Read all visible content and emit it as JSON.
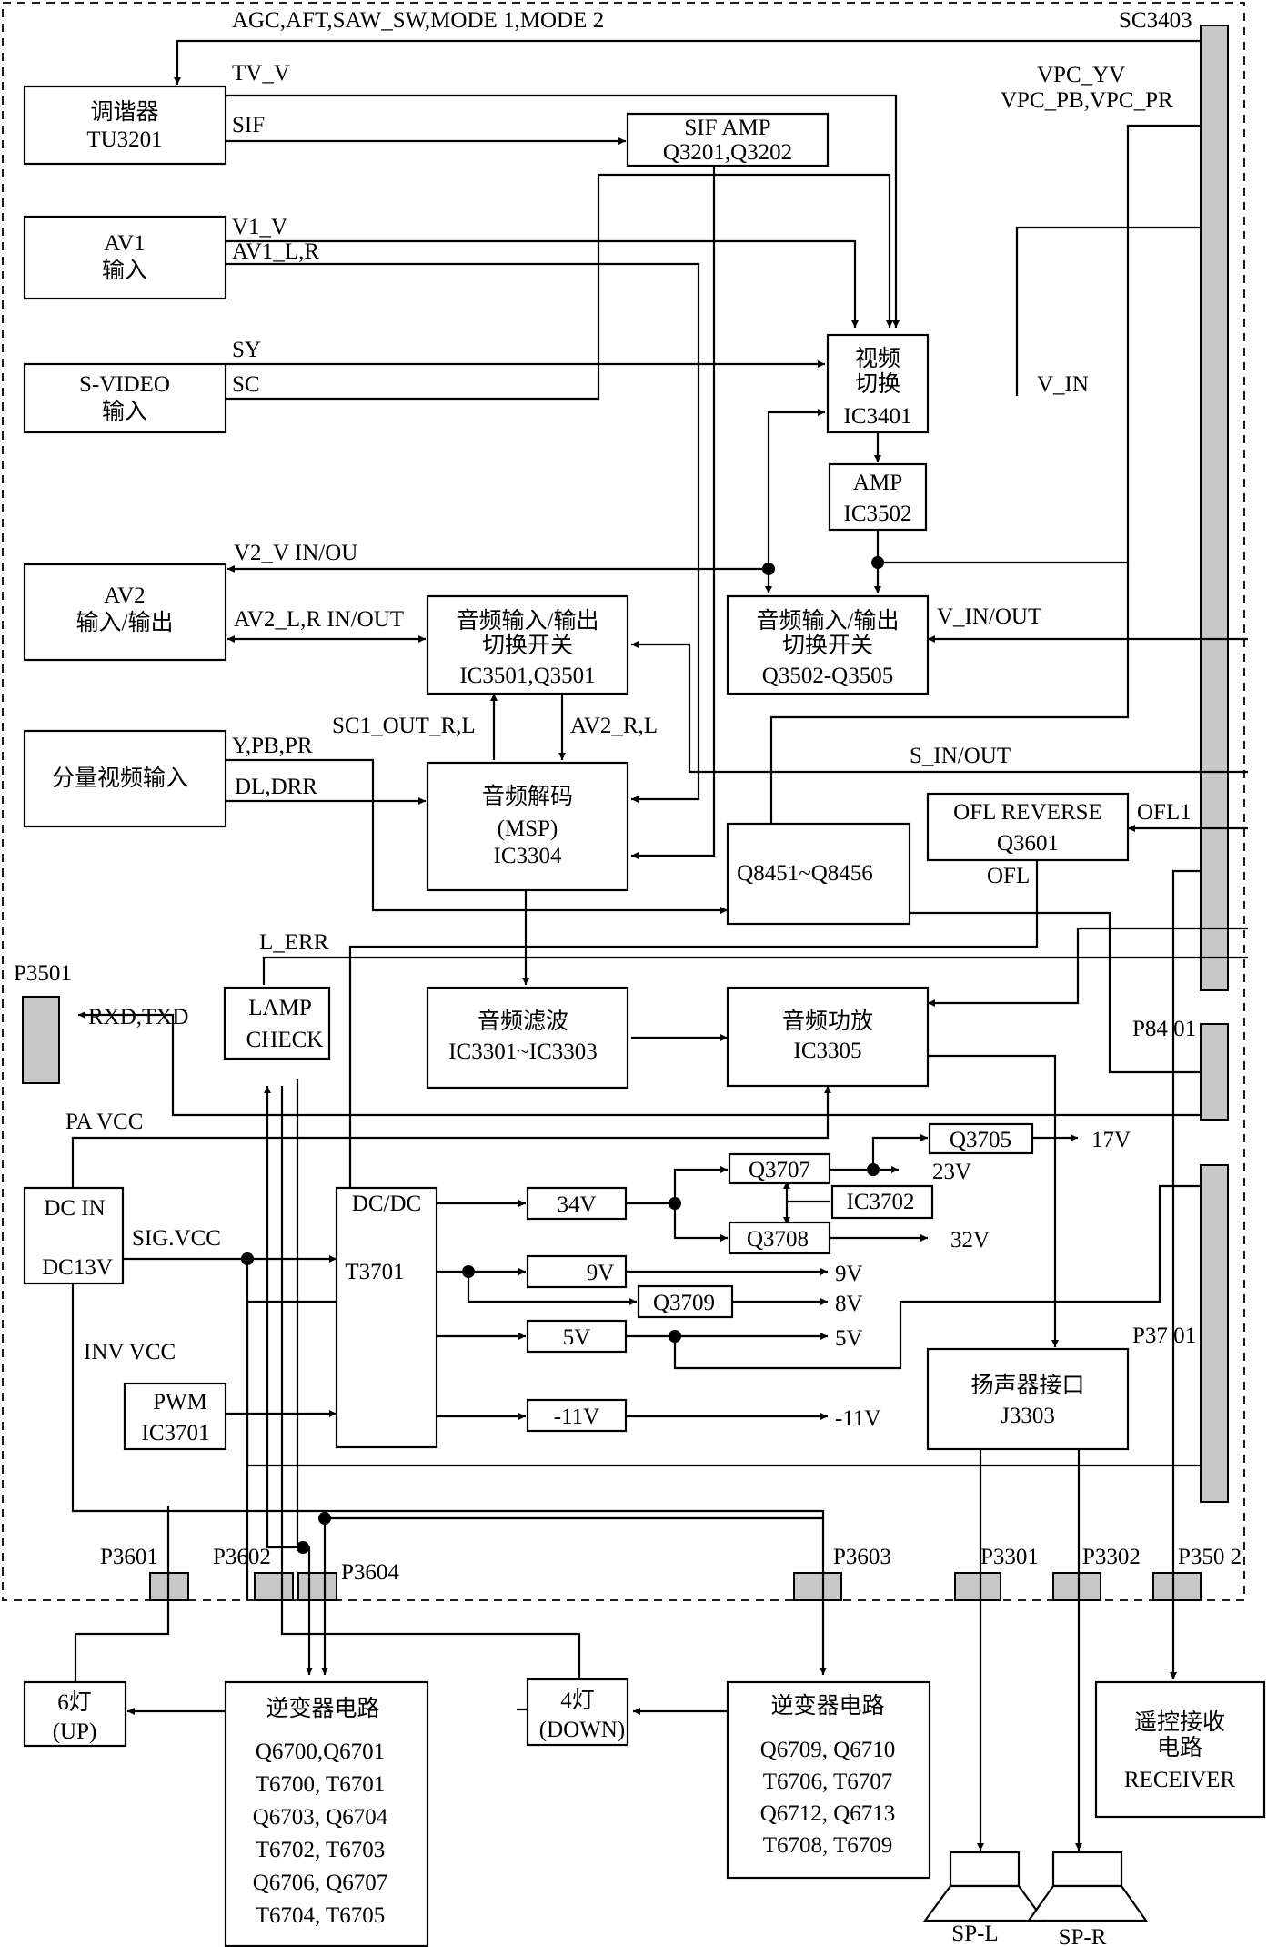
{
  "blocks": {
    "tuner": [
      "调谐器",
      "TU3201"
    ],
    "sif_amp": [
      "SIF AMP",
      "Q3201,Q3202"
    ],
    "av1": [
      "AV1",
      "输入"
    ],
    "svideo": [
      "S-VIDEO",
      "输入"
    ],
    "video_sw": [
      "视频",
      "切换",
      "IC3401"
    ],
    "amp": [
      "AMP",
      "IC3502"
    ],
    "av2": [
      "AV2",
      "输入/输出"
    ],
    "audio_sw1": [
      "音频输入/输出",
      "切换开关",
      "IC3501,Q3501"
    ],
    "audio_sw2": [
      "音频输入/输出",
      "切换开关",
      "Q3502-Q3505"
    ],
    "component": [
      "分量视频输入"
    ],
    "msp": [
      "音频解码",
      "(MSP)",
      "IC3304"
    ],
    "q8451": [
      "Q8451~Q8456"
    ],
    "ofl_rev": [
      "OFL REVERSE",
      "Q3601"
    ],
    "lamp": [
      "LAMP",
      "CHECK"
    ],
    "audio_filter": [
      "音频滤波",
      "IC3301~IC3303"
    ],
    "audio_amp": [
      "音频功放",
      "IC3305"
    ],
    "dcin": [
      "DC IN",
      "DC13V"
    ],
    "dcdc": [
      "DC/DC",
      "T3701"
    ],
    "pwm": [
      "PWM",
      "IC3701"
    ],
    "q3705": [
      "Q3705"
    ],
    "q3707": [
      "Q3707"
    ],
    "ic3702": [
      "IC3702"
    ],
    "q3708": [
      "Q3708"
    ],
    "v34": [
      "34V"
    ],
    "v9": [
      "9V"
    ],
    "q3709": [
      "Q3709"
    ],
    "v5": [
      "5V"
    ],
    "vm11": [
      "-11V"
    ],
    "speaker_if": [
      "扬声器接口",
      "J3303"
    ],
    "lamp6": [
      "6灯",
      "(UP)"
    ],
    "inv1": [
      "逆变器电路",
      "Q6700,Q6701",
      "T6700, T6701",
      "Q6703, Q6704",
      "T6702, T6703",
      "Q6706, Q6707",
      "T6704, T6705"
    ],
    "lamp4": [
      "4灯",
      "(DOWN)"
    ],
    "inv2": [
      "逆变器电路",
      "Q6709, Q6710",
      "T6706, T6707",
      "Q6712, Q6713",
      "T6708, T6709"
    ],
    "receiver": [
      "遥控接收",
      "电路",
      "RECEIVER"
    ]
  },
  "signals": {
    "top": "AGC,AFT,SAW_SW,MODE 1,MODE 2",
    "tv_v": "TV_V",
    "sif": "SIF",
    "v1_v": "V1_V",
    "av1_lr": "AV1_L,R",
    "sy": "SY",
    "sc": "SC",
    "v2_v": "V2_V IN/OU",
    "av2_lr": "AV2_L,R IN/OUT",
    "sc1_out": "SC1_OUT_R,L",
    "av2_rl": "AV2_R,L",
    "ypbpr": "Y,PB,PR",
    "dldrr": "DL,DRR",
    "vpc1": "VPC_YV",
    "vpc2": "VPC_PB,VPC_PR",
    "v_in": "V_IN",
    "v_inout": "V_IN/OUT",
    "s_inout": "S_IN/OUT",
    "ofl1": "OFL1",
    "ofl": "OFL",
    "l_err": "L_ERR",
    "rxd": "RXD,TXD",
    "pa_vcc": "PA VCC",
    "sig_vcc": "SIG.VCC",
    "inv_vcc": "INV VCC",
    "out17": "17V",
    "out23": "23V",
    "out32": "32V",
    "out9": "9V",
    "out8": "8V",
    "out5": "5V",
    "outm11": "-11V"
  },
  "connectors": {
    "sc3403": "SC3403",
    "p3501": "P3501",
    "p8401": "P84 01",
    "p3701": "P37 01",
    "p3601": "P3601",
    "p3602": "P3602",
    "p3604": "P3604",
    "p3603": "P3603",
    "p3301": "P3301",
    "p3302": "P3302",
    "p3502": "P350 2"
  },
  "speakers": {
    "left": "SP-L",
    "right": "SP-R"
  }
}
